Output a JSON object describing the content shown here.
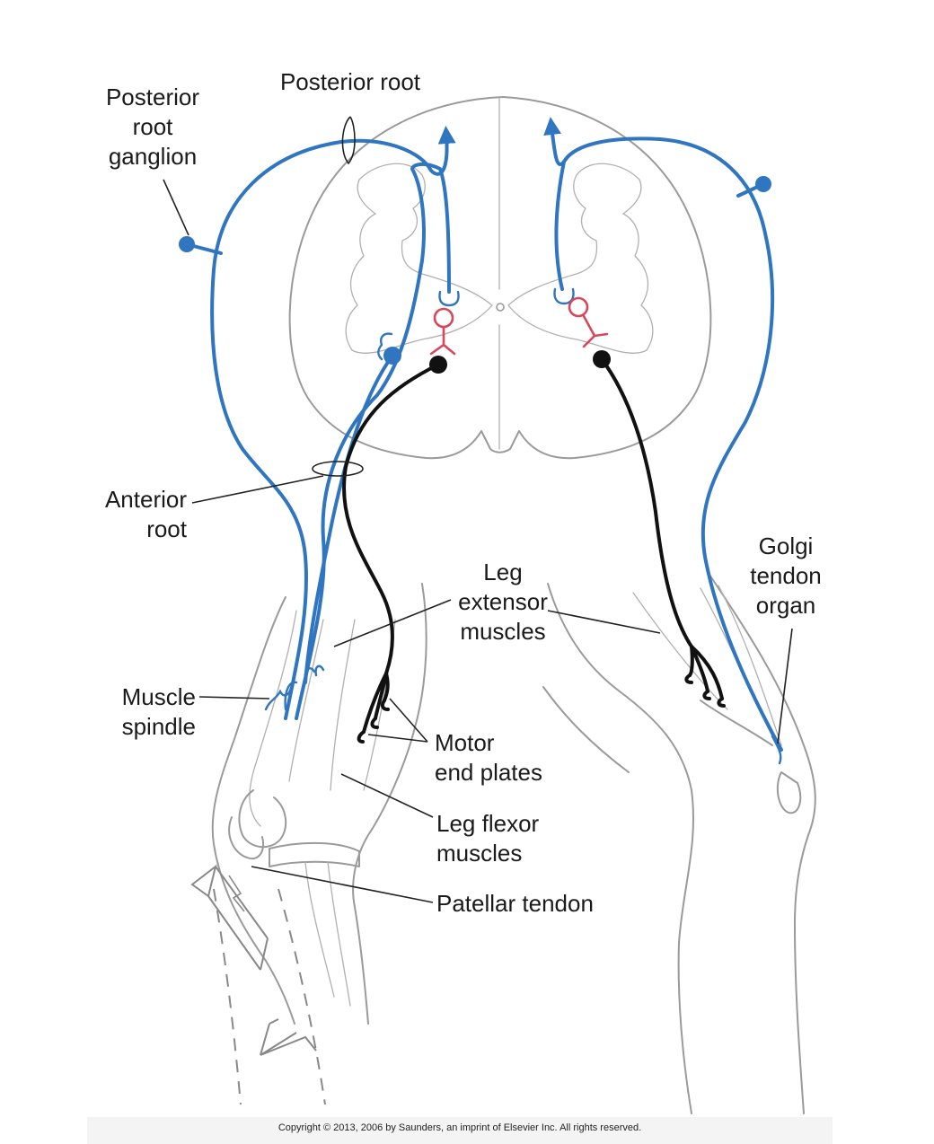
{
  "labels": {
    "posterior_root_ganglion": "Posterior\nroot\nganglion",
    "posterior_root": "Posterior root",
    "anterior_root": "Anterior\nroot",
    "leg_extensor_muscles": "Leg\nextensor\nmuscles",
    "golgi_tendon_organ": "Golgi\ntendon\norgan",
    "muscle_spindle": "Muscle\nspindle",
    "motor_end_plates": "Motor\nend plates",
    "leg_flexor_muscles": "Leg flexor\nmuscles",
    "patellar_tendon": "Patellar tendon"
  },
  "copyright": "Copyright © 2013, 2006 by Saunders, an imprint of Elsevier Inc. All rights reserved.",
  "colors": {
    "sensory_neuron": "#2f75c0",
    "motor_neuron": "#111111",
    "interneuron": "#d9475a",
    "anatomy_outline": "#9a9a9a"
  }
}
